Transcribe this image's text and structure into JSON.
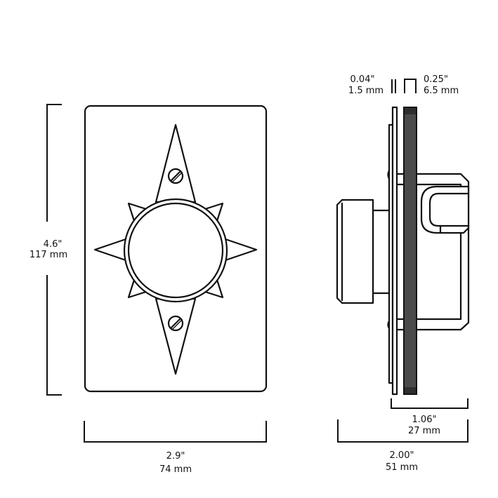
{
  "colors": {
    "line": "#111111",
    "dark_plate": "#4a4a4a",
    "dark_plate_cap": "#2e2e2e"
  },
  "dimensions": {
    "height": {
      "inches": "4.6\"",
      "mm": "117 mm"
    },
    "width": {
      "inches": "2.9\"",
      "mm": "74 mm"
    },
    "plate_thickness": {
      "inches": "0.04\"",
      "mm": "1.5 mm"
    },
    "backplate_thickness": {
      "inches": "0.25\"",
      "mm": "6.5 mm"
    },
    "rear_depth": {
      "inches": "1.06\"",
      "mm": "27 mm"
    },
    "total_depth": {
      "inches": "2.00\"",
      "mm": "51 mm"
    }
  }
}
